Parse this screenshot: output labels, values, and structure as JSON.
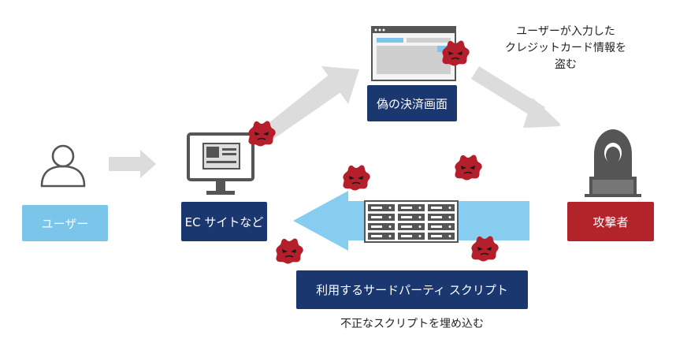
{
  "nodes": {
    "user": {
      "label": "ユーザー"
    },
    "ec_site": {
      "label": "EC サイトなど"
    },
    "fake_payment": {
      "label": "偽の決済画面"
    },
    "attacker": {
      "label": "攻撃者"
    },
    "third_party": {
      "label": "利用するサードパーティ スクリプト"
    }
  },
  "annotations": {
    "steal_line1": "ユーザーが入力した",
    "steal_line2": "クレジットカード情報を",
    "steal_line3": "盗む",
    "embed": "不正なスクリプトを埋め込む"
  },
  "colors": {
    "light_blue": "#7bc4ea",
    "navy": "#1b3770",
    "attacker_red": "#b2232a",
    "malware_red": "#b51f2b",
    "arrow_gray": "#dcdcdc",
    "arrow_blue": "#86cdf0",
    "icon_gray": "#555555"
  },
  "icons": {
    "user_icon": "person-outline-icon",
    "monitor_icon": "monitor-icon",
    "browser_icon": "browser-window-icon",
    "hacker_icon": "hooded-hacker-laptop-icon",
    "server_icon": "server-rack-icon",
    "malware_icon": "virus-bug-icon"
  }
}
